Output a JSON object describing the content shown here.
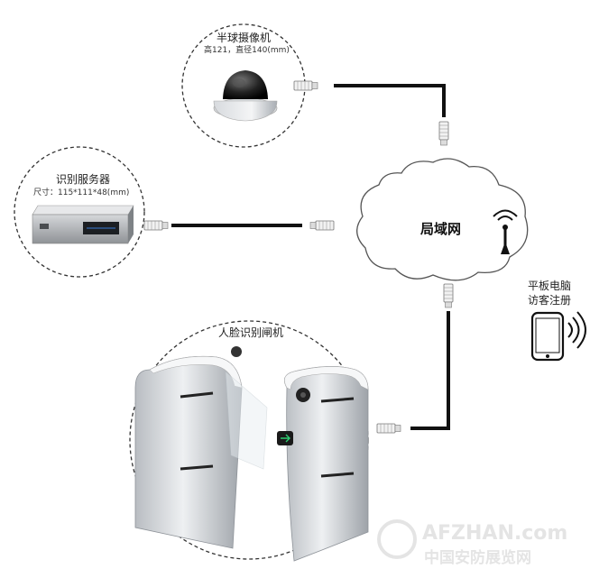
{
  "camera": {
    "title": "半球摄像机",
    "spec": "高121，直径140(mm)"
  },
  "server": {
    "title": "识别服务器",
    "spec": "尺寸：115*111*48(mm)"
  },
  "network": {
    "label": "局域网"
  },
  "tablet": {
    "line1": "平板电脑",
    "line2": "访客注册"
  },
  "gate": {
    "title": "人脸识别闸机"
  },
  "watermark": {
    "brand": "AFZHAN.com",
    "sub": "中国安防展览网"
  },
  "colors": {
    "cable": "#111111",
    "dash": "#333333",
    "cloud_stroke": "#555555",
    "watermark": "#e2e2e2"
  }
}
